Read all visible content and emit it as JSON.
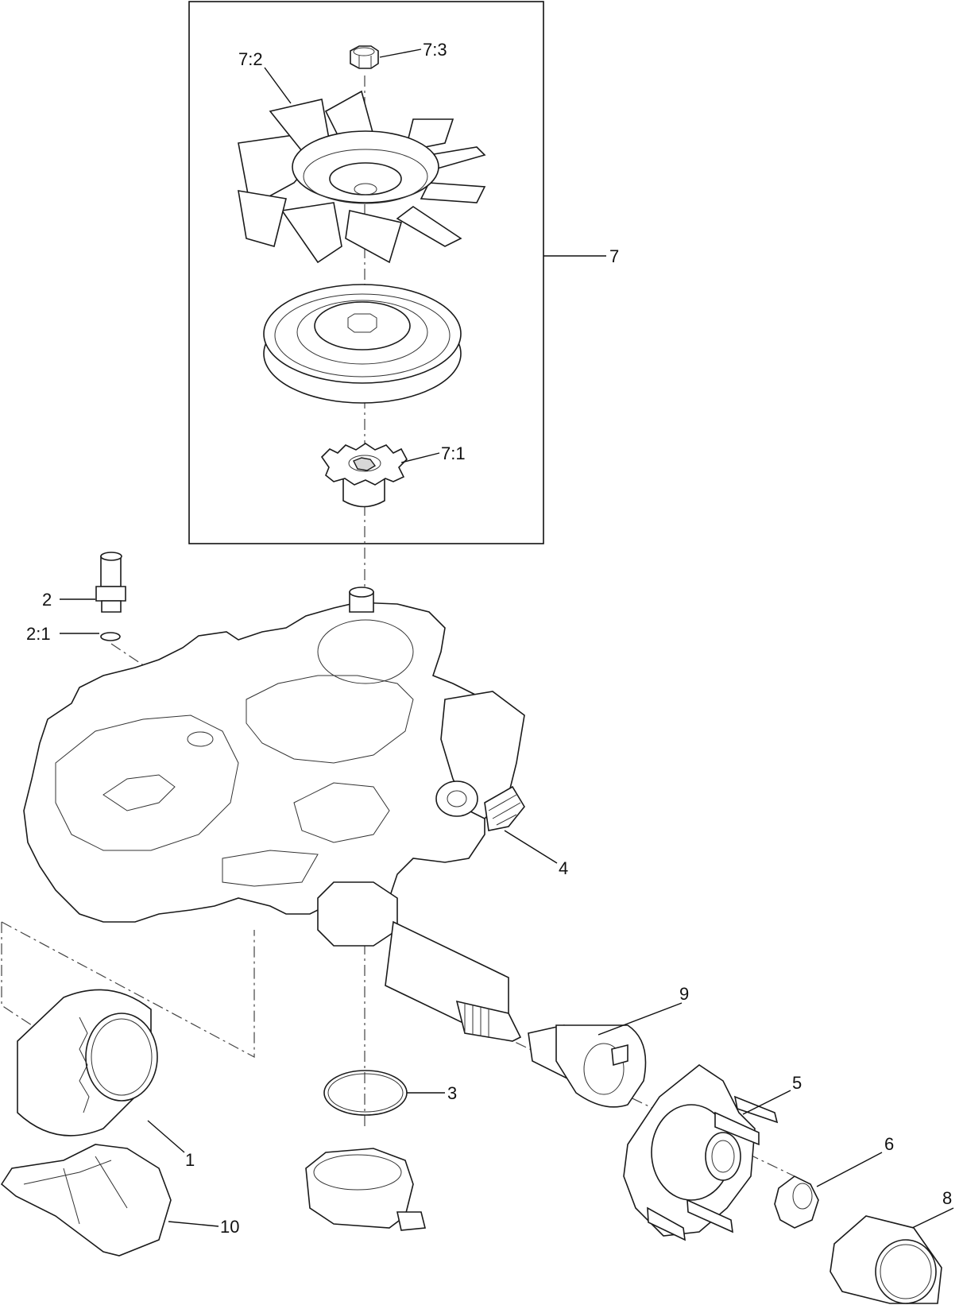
{
  "callouts": {
    "fan": "7:2",
    "nut": "7:3",
    "assembly": "7",
    "hub_gear": "7:1",
    "fitting": "2",
    "o_ring_small": "2:1",
    "bracket_spring": "4",
    "spacer": "9",
    "wheel_hub": "5",
    "o_ring_large": "3",
    "filter": "1",
    "lug_nut": "6",
    "cap": "8",
    "guard": "10"
  }
}
